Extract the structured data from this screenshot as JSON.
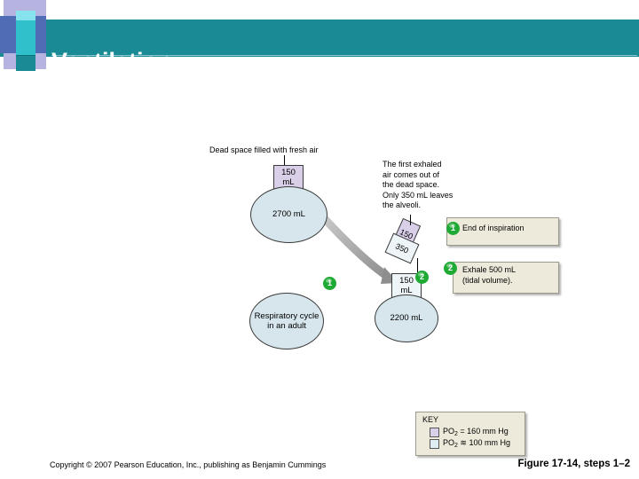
{
  "slide": {
    "title": "Ventilation",
    "header_color": "#1a8a94",
    "accent_purple": "#b7b3e0",
    "accent_blue": "#4f6cb5",
    "accent_teal": "#2fc0cc"
  },
  "logo": {
    "name": "decorative-cube-logo"
  },
  "figure": {
    "dead_space_label": "Dead space filled with fresh air",
    "explanation": "The first exhaled\nair comes out of\nthe dead space.\nOnly 350 mL leaves\nthe alveoli.",
    "top_box_value": "150\nmL",
    "top_circle_value": "2700 mL",
    "bottom_box_value": "150\nmL",
    "bottom_circle_value": "2200 mL",
    "cycle_circle_label": "Respiratory\ncycle in\nan adult",
    "exhaled_150": "150",
    "exhaled_350": "350",
    "badge_1": "1",
    "badge_2": "2",
    "badge_color": "#1faa35"
  },
  "callouts": [
    {
      "number": "1",
      "text": "End of inspiration"
    },
    {
      "number": "2",
      "text": "Exhale 500 mL\n(tidal volume)."
    }
  ],
  "key": {
    "title": "KEY",
    "rows": [
      {
        "swatch_color": "#d9cfe8",
        "label_pre": "PO",
        "label_sub": "2",
        "label_post": " = 160 mm Hg"
      },
      {
        "swatch_color": "#dfeef2",
        "label_pre": "PO",
        "label_sub": "2",
        "label_post": " ≋ 100 mm Hg"
      }
    ]
  },
  "footer": {
    "copyright": "Copyright © 2007 Pearson Education, Inc., publishing as Benjamin Cummings",
    "figure_caption": "Figure 17-14, steps 1–2"
  }
}
